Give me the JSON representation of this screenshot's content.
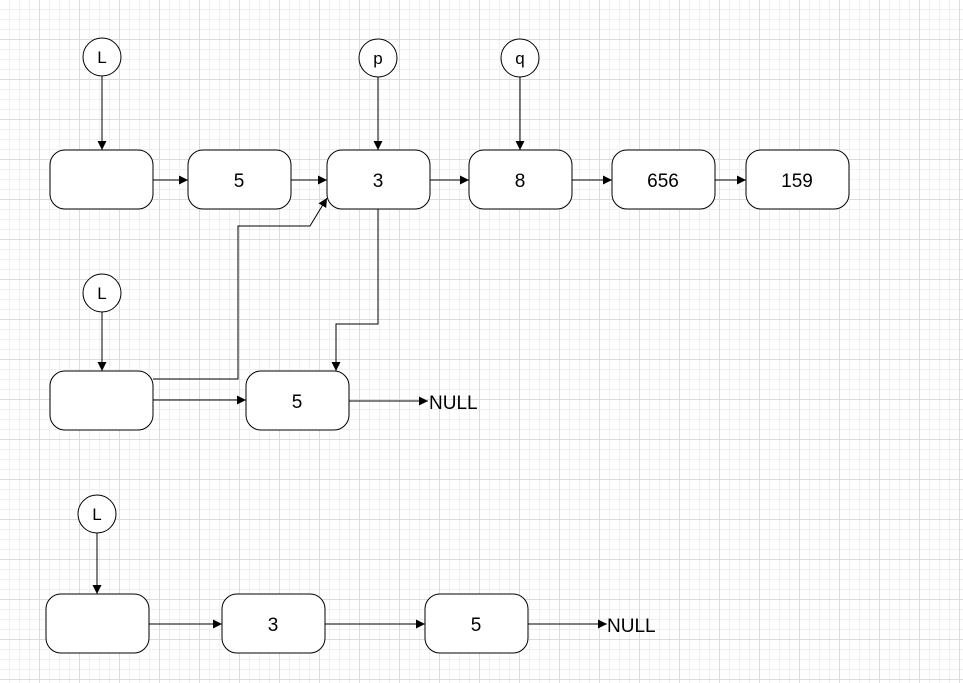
{
  "diagram": {
    "row1": {
      "pointers": {
        "l": "L",
        "p": "p",
        "q": "q"
      },
      "nodes": {
        "head": "",
        "n1": "5",
        "n2": "3",
        "n3": "8",
        "n4": "656",
        "n5": "159"
      }
    },
    "row2": {
      "pointers": {
        "l": "L"
      },
      "nodes": {
        "head": "",
        "n1": "5"
      },
      "null_label": "NULL"
    },
    "row3": {
      "pointers": {
        "l": "L"
      },
      "nodes": {
        "head": "",
        "n1": "3",
        "n2": "5"
      },
      "null_label": "NULL"
    }
  }
}
